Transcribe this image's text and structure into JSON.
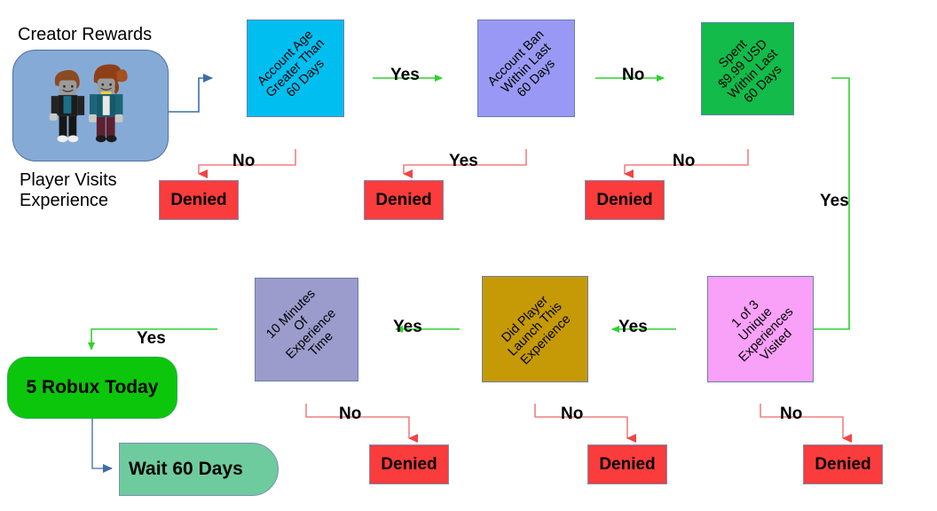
{
  "diagram": {
    "title_caption": "Creator Rewards",
    "start_caption": "Player Visits\nExperience",
    "nodes": {
      "account_age": "Account Age\nGreater Than\n60 Days",
      "account_ban": "Account Ban\nWithin Last\n60 Days",
      "spent": "Spent\n$9.99 USD\nWithin Last\n60 Days",
      "unique_experiences": "1 of 3\nUnique\nExperiences\nVisited",
      "did_launch": "Did Player\nLaunch This\nExperience",
      "ten_minutes": "10 Minutes\nOf\nExperience\nTime",
      "reward": "5 Robux Today",
      "wait": "Wait 60 Days",
      "denied_1": "Denied",
      "denied_2": "Denied",
      "denied_3": "Denied",
      "denied_4": "Denied",
      "denied_5": "Denied",
      "denied_6": "Denied"
    },
    "edge_labels": {
      "age_yes": "Yes",
      "age_no": "No",
      "ban_no": "No",
      "ban_yes": "Yes",
      "spent_no": "No",
      "spent_yes": "Yes",
      "unique_no": "No",
      "unique_yes": "Yes",
      "launch_no": "No",
      "launch_yes": "Yes",
      "time_no": "No",
      "time_yes": "Yes"
    },
    "colors": {
      "account_age": "#00bff0",
      "account_ban": "#9999f5",
      "spent": "#12bb4a",
      "unique_experiences": "#f9a0f9",
      "did_launch": "#c59a06",
      "ten_minutes": "#9b9bcc",
      "denied": "#fa3c3c",
      "reward": "#0bc60b",
      "wait": "#6ecb9e",
      "start_card": "#86aad6",
      "yes_edge": "#2dd22d",
      "no_edge": "#f08080",
      "start_edge": "#3f6ea5"
    }
  }
}
